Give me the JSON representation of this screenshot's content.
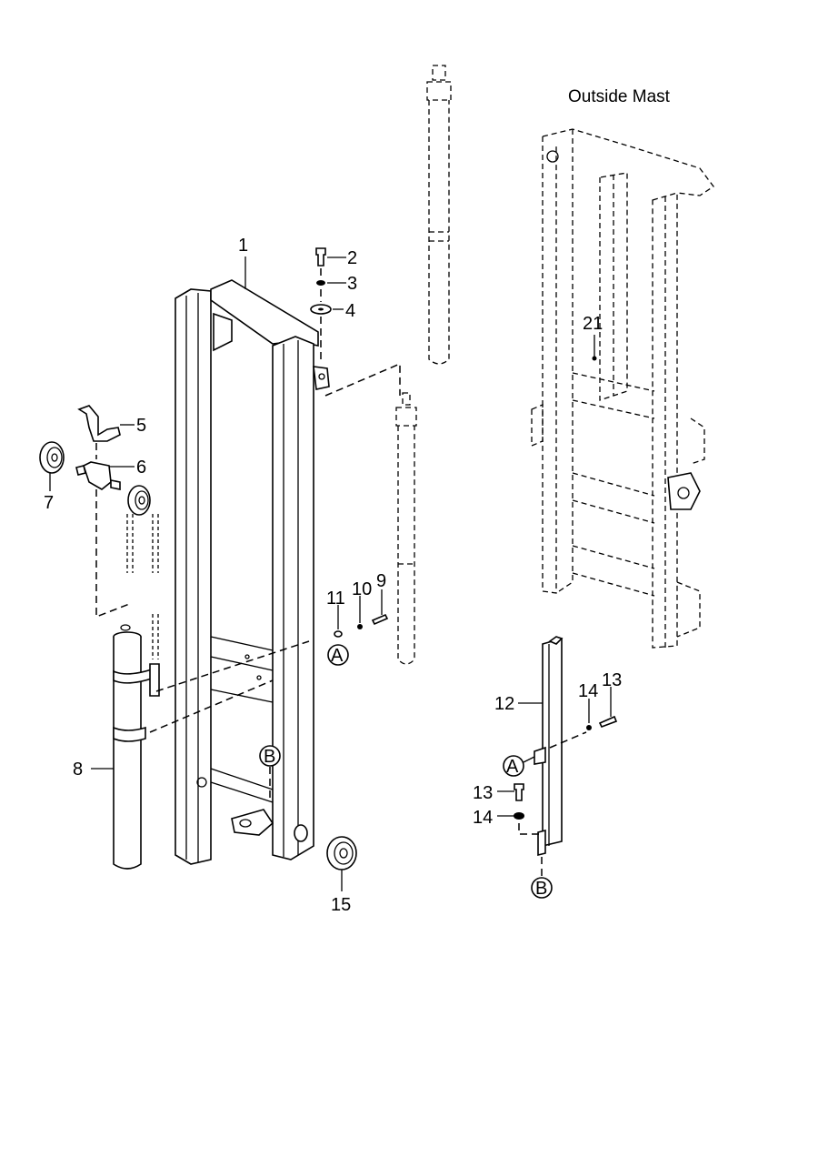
{
  "title": "Outside Mast",
  "callouts": {
    "c1": "1",
    "c2": "2",
    "c3": "3",
    "c4": "4",
    "c5": "5",
    "c6": "6",
    "c7": "7",
    "c8": "8",
    "c9": "9",
    "c10": "10",
    "c11": "11",
    "c12": "12",
    "c13a": "13",
    "c14a": "14",
    "c13b": "13",
    "c14b": "14",
    "c15": "15",
    "c21": "21"
  },
  "refs": {
    "a1": "A",
    "a2": "A",
    "b1": "B",
    "b2": "B"
  }
}
